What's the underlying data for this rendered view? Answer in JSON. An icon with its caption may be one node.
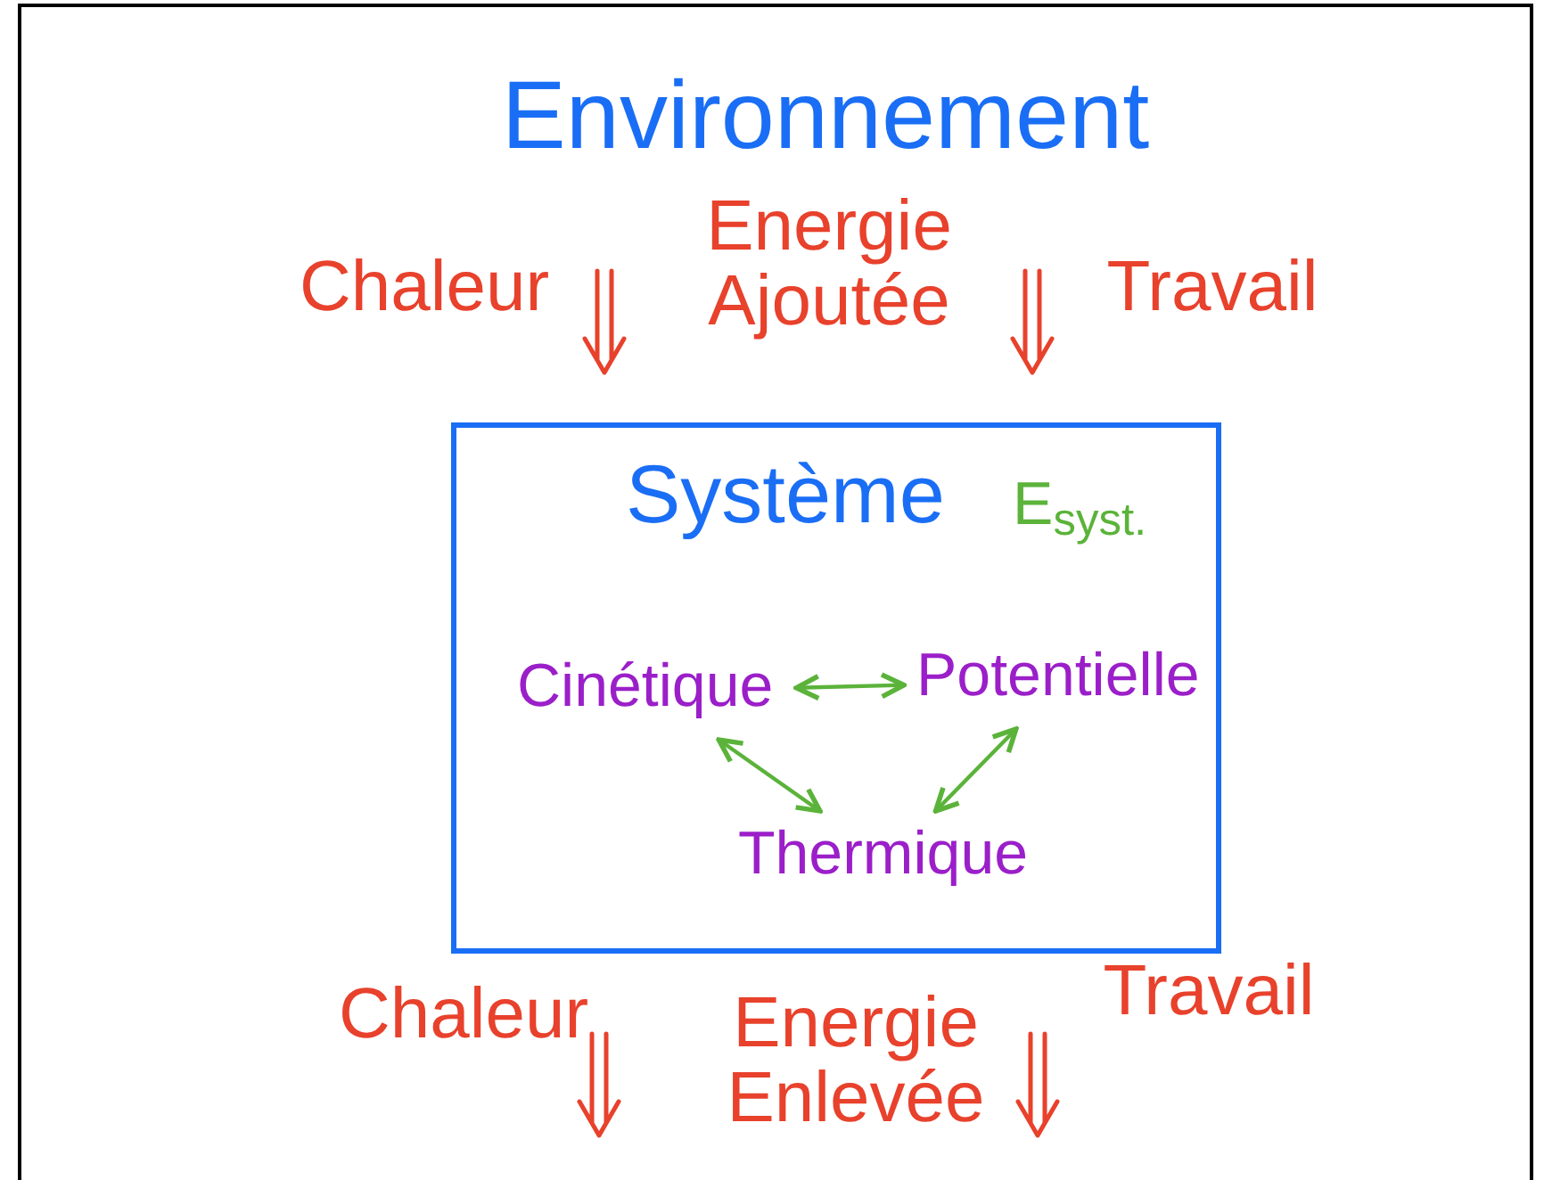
{
  "diagram": {
    "title": "Environnement",
    "nodes": [
      {
        "text": [
          "Système",
          "E$_{syst.}$"
        ]
      },
      {
        "text": [
          "Cinétique"
        ],
        "in": 0
      },
      {
        "text": [
          "Potentielle"
        ],
        "in": 0
      },
      {
        "text": [
          "Thermique"
        ],
        "in": 0
      }
    ],
    "edges": [
      {
        "from": 1,
        "to": 2,
        "arrow": "both"
      },
      {
        "from": 1,
        "to": 3,
        "arrow": "both"
      },
      {
        "from": 2,
        "to": 3,
        "arrow": "both"
      }
    ],
    "labels": [
      "Chaleur",
      "Energie Ajoutée",
      "Travail",
      "Chaleur",
      "Energie Enlevée",
      "Travail"
    ]
  }
}
